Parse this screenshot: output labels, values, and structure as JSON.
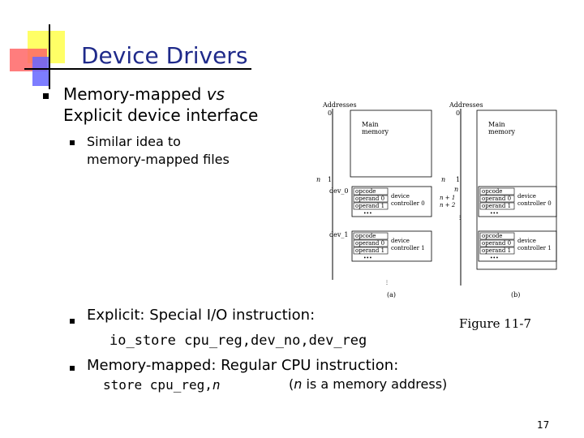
{
  "slide": {
    "title": "Device Drivers",
    "bullet1": {
      "line1_prefix": "Memory-mapped ",
      "line1_italic": "vs",
      "line2": "Explicit device interface"
    },
    "sub1": {
      "line1": "Similar idea to",
      "line2": "memory-mapped files"
    },
    "sub2": {
      "label": "Explicit",
      "colon_text": ": Special I/O instruction:",
      "code": "io_store  cpu_reg,dev_no,dev_reg"
    },
    "sub3": {
      "label": "Memory-mapped",
      "colon_text": ": Regular CPU instruction:",
      "code_prefix": "store  cpu_reg,",
      "code_n": "n",
      "note_n": "n",
      "note_rest": " is a memory address)",
      "note_open": "("
    },
    "figure_caption": "Figure 11-7",
    "page_number": "17"
  },
  "figure": {
    "addresses_label": "Addresses",
    "zero": "0",
    "main_memory_line1": "Main",
    "main_memory_line2": "memory",
    "n_label": "n",
    "one_label": "1",
    "dev0_label": "dev_0",
    "dev1_label": "dev_1",
    "opcode": "opcode",
    "operand0": "operand 0",
    "operand1": "operand 1",
    "dots": "•••",
    "device_controller0_l1": "device",
    "device_controller0_l2": "controller 0",
    "device_controller1_l1": "device",
    "device_controller1_l2": "controller 1",
    "n_plus_1": "n + 1",
    "n_plus_2": "n + 2",
    "caption_a": "(a)",
    "caption_b": "(b)"
  }
}
